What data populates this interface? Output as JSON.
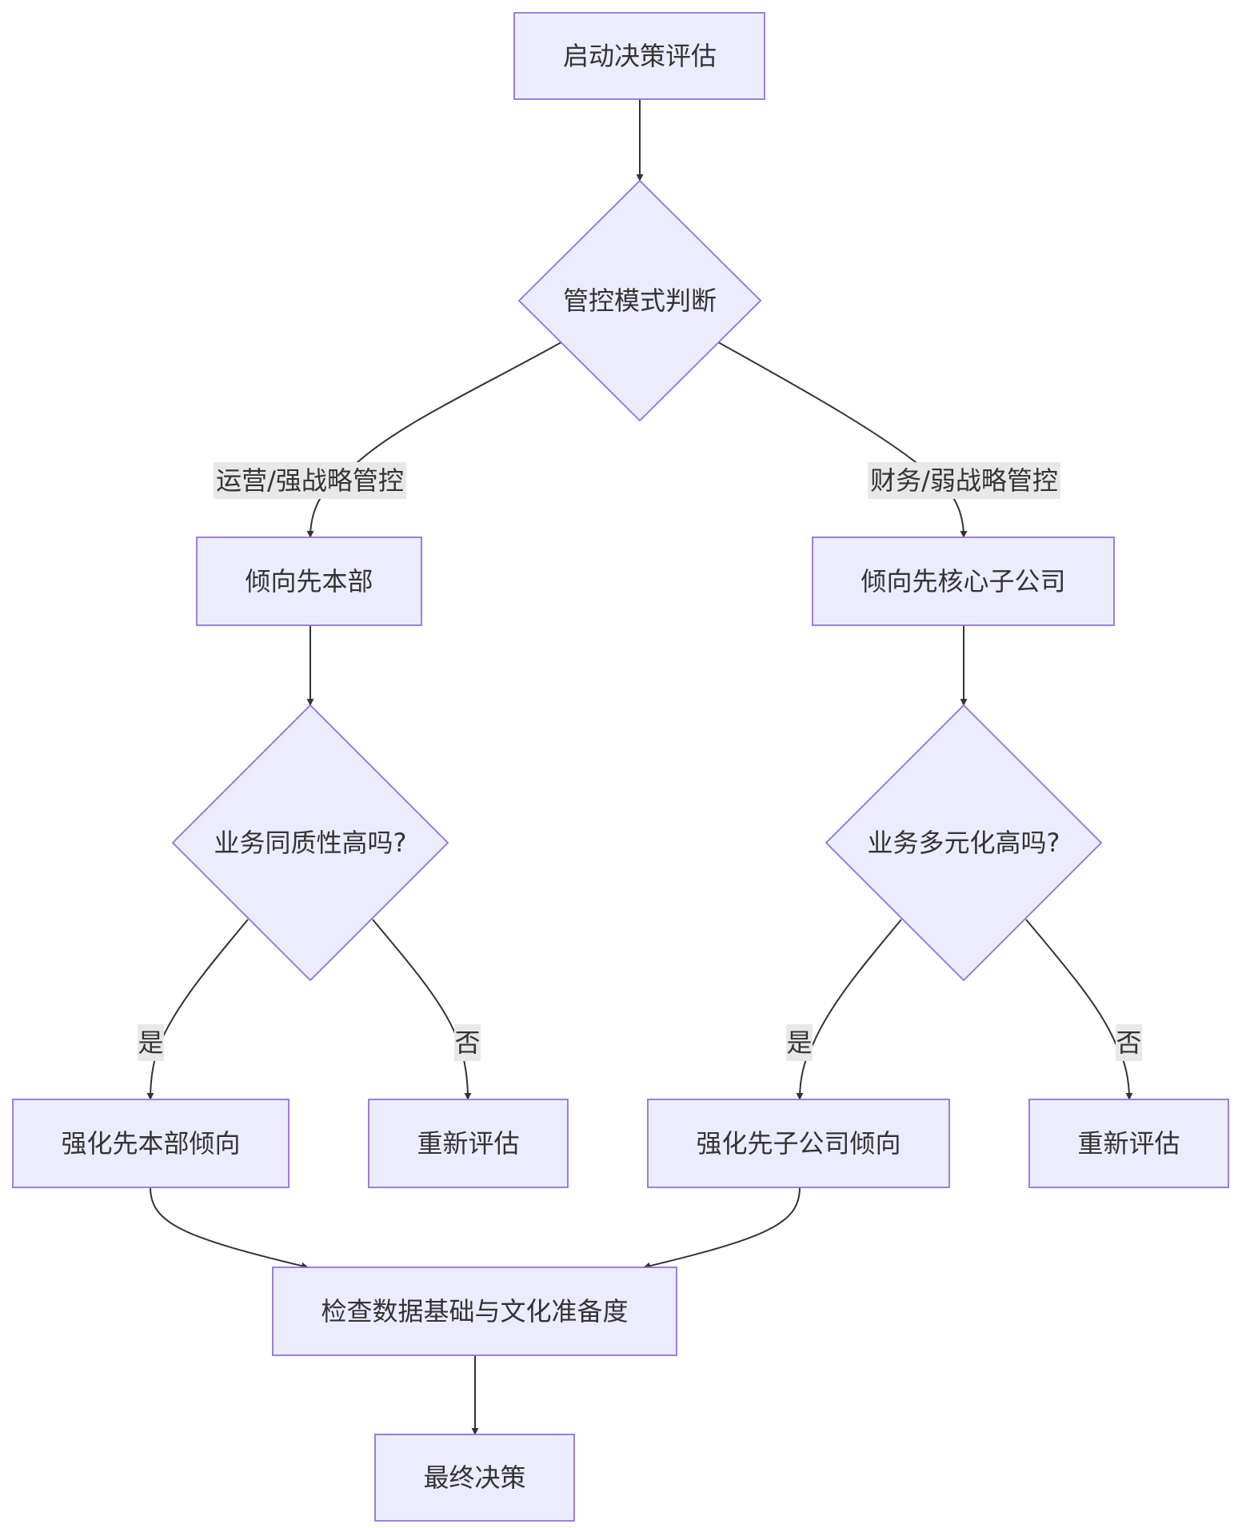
{
  "flowchart": {
    "nodes": {
      "start": "启动决策评估",
      "control_mode": "管控模式判断",
      "prefer_hq": "倾向先本部",
      "prefer_core_sub": "倾向先核心子公司",
      "business_homogeneity": "业务同质性高吗?",
      "business_diversification": "业务多元化高吗?",
      "strengthen_hq": "强化先本部倾向",
      "reassess_left": "重新评估",
      "strengthen_sub": "强化先子公司倾向",
      "reassess_right": "重新评估",
      "check_readiness": "检查数据基础与文化准备度",
      "final_decision": "最终决策"
    },
    "edge_labels": {
      "operational_strong": "运营/强战略管控",
      "financial_weak": "财务/弱战略管控",
      "yes_left": "是",
      "no_left": "否",
      "yes_right": "是",
      "no_right": "否"
    }
  }
}
